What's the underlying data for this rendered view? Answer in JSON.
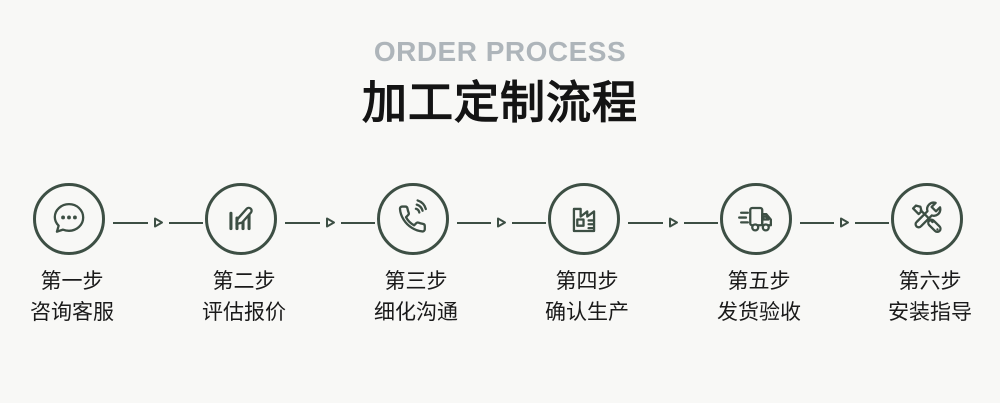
{
  "header": {
    "subtitle": "ORDER PROCESS",
    "title": "加工定制流程"
  },
  "steps": [
    {
      "step": "第一步",
      "label": "咨询客服",
      "icon": "chat-bubble-icon"
    },
    {
      "step": "第二步",
      "label": "评估报价",
      "icon": "chart-pencil-icon"
    },
    {
      "step": "第三步",
      "label": "细化沟通",
      "icon": "phone-call-icon"
    },
    {
      "step": "第四步",
      "label": "确认生产",
      "icon": "factory-icon"
    },
    {
      "step": "第五步",
      "label": "发货验收",
      "icon": "delivery-truck-icon"
    },
    {
      "step": "第六步",
      "label": "安装指导",
      "icon": "tools-icon"
    }
  ],
  "connector_icon": "arrow-right-icon",
  "colors": {
    "accent": "#3d4f44",
    "title_text": "#141414",
    "subtitle_text": "#aeb5ba",
    "label_text": "#1a1a1a",
    "background": "#f8f8f6"
  }
}
